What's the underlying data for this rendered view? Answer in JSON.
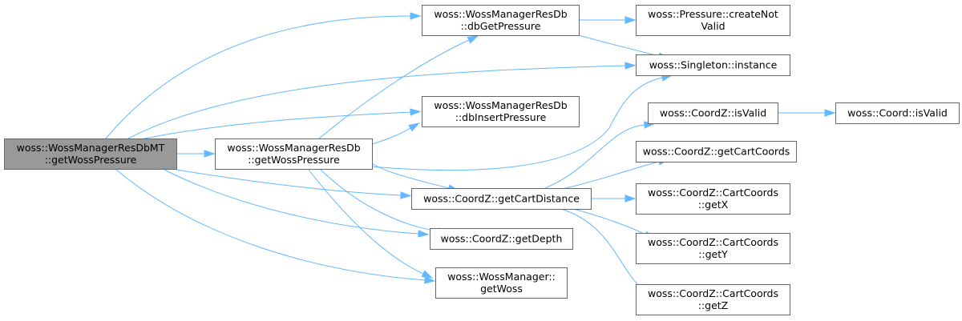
{
  "nodes": {
    "root": {
      "lines": [
        "woss::WossManagerResDbMT",
        "::getWossPressure"
      ]
    },
    "getWossPressure": {
      "lines": [
        "woss::WossManagerResDb",
        "::getWossPressure"
      ]
    },
    "dbGetPressure": {
      "lines": [
        "woss::WossManagerResDb",
        "::dbGetPressure"
      ]
    },
    "dbInsertPressure": {
      "lines": [
        "woss::WossManagerResDb",
        "::dbInsertPressure"
      ]
    },
    "createNotValid": {
      "lines": [
        "woss::Pressure::createNot",
        "Valid"
      ]
    },
    "instance": {
      "lines": [
        "woss::Singleton::instance"
      ]
    },
    "getCartDistance": {
      "lines": [
        "woss::CoordZ::getCartDistance"
      ]
    },
    "getDepth": {
      "lines": [
        "woss::CoordZ::getDepth"
      ]
    },
    "getWoss": {
      "lines": [
        "woss::WossManager::",
        "getWoss"
      ]
    },
    "isValidZ": {
      "lines": [
        "woss::CoordZ::isValid"
      ]
    },
    "isValidCoord": {
      "lines": [
        "woss::Coord::isValid"
      ]
    },
    "getCartCoords": {
      "lines": [
        "woss::CoordZ::getCartCoords"
      ]
    },
    "getX": {
      "lines": [
        "woss::CoordZ::CartCoords",
        "::getX"
      ]
    },
    "getY": {
      "lines": [
        "woss::CoordZ::CartCoords",
        "::getY"
      ]
    },
    "getZ": {
      "lines": [
        "woss::CoordZ::CartCoords",
        "::getZ"
      ]
    }
  },
  "colors": {
    "edge": "#63b8ff",
    "root_fill": "#999999",
    "node_border": "#666666"
  }
}
